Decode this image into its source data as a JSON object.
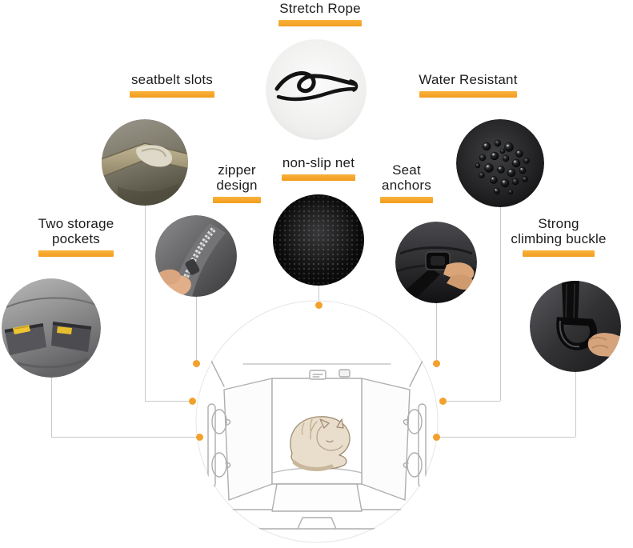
{
  "colors": {
    "background": "#ffffff",
    "accent_bar": "#f5a623",
    "connector_line": "#c9c9c9",
    "connector_dot": "#f2a12d",
    "label_text": "#1c1c1e"
  },
  "callouts": [
    {
      "id": "stretch-rope",
      "lines": [
        "Stretch Rope"
      ],
      "icon": "stretch-rope-photo"
    },
    {
      "id": "seatbelt-slots",
      "lines": [
        "seatbelt slots"
      ],
      "icon": "seatbelt-slots-photo"
    },
    {
      "id": "water-resistant",
      "lines": [
        "Water Resistant"
      ],
      "icon": "water-droplets-photo"
    },
    {
      "id": "zipper-design",
      "lines": [
        "zipper",
        "design"
      ],
      "icon": "zipper-photo"
    },
    {
      "id": "non-slip-net",
      "lines": [
        "non-slip net"
      ],
      "icon": "non-slip-net-photo"
    },
    {
      "id": "seat-anchors",
      "lines": [
        "Seat",
        "anchors"
      ],
      "icon": "seat-anchor-photo"
    },
    {
      "id": "storage-pockets",
      "lines": [
        "Two storage",
        "pockets"
      ],
      "icon": "storage-pockets-photo"
    },
    {
      "id": "climbing-buckle",
      "lines": [
        "Strong",
        "climbing buckle"
      ],
      "icon": "climbing-buckle-photo"
    }
  ],
  "center": {
    "icon": "car-seat-hammock-line-drawing"
  }
}
